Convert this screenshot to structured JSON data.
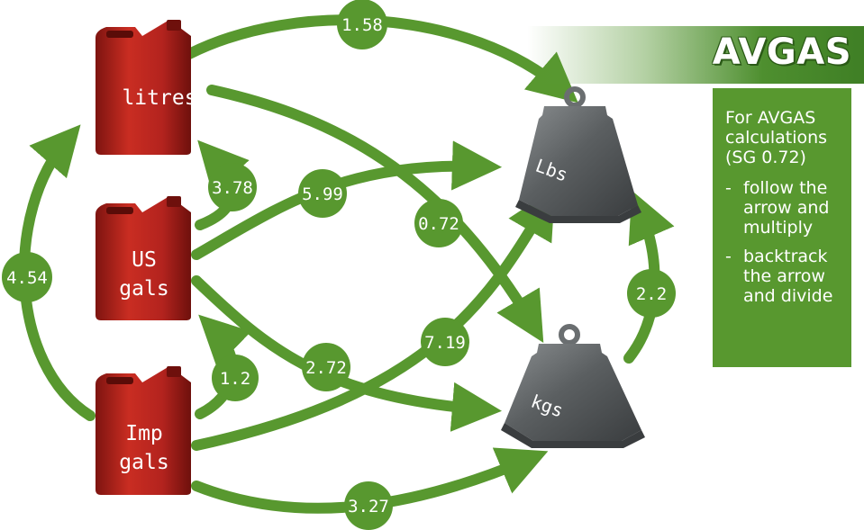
{
  "banner": {
    "title": "AVGAS"
  },
  "info": {
    "heading": "For AVGAS calculations (SG 0.72)",
    "items": [
      {
        "dash": "-",
        "text": "follow the arrow and multiply"
      },
      {
        "dash": "-",
        "text": "backtrack the arrow and divide"
      }
    ]
  },
  "units": {
    "litres": "litres",
    "us_gals_1": "US",
    "us_gals_2": "gals",
    "imp_gals_1": "Imp",
    "imp_gals_2": "gals",
    "lbs": "Lbs",
    "kgs": "kgs"
  },
  "factors": {
    "litres_to_lbs": "1.58",
    "us_to_litres": "3.78",
    "us_to_lbs": "5.99",
    "litres_to_kgs": "0.72",
    "imp_to_litres": "4.54",
    "kgs_to_lbs": "2.2",
    "imp_to_lbs": "7.19",
    "us_to_kgs": "2.72",
    "imp_to_us": "1.2",
    "imp_to_kgs": "3.27"
  },
  "colors": {
    "arrow": "#58982f",
    "can": "#b3231e",
    "weight": "#54585a"
  }
}
